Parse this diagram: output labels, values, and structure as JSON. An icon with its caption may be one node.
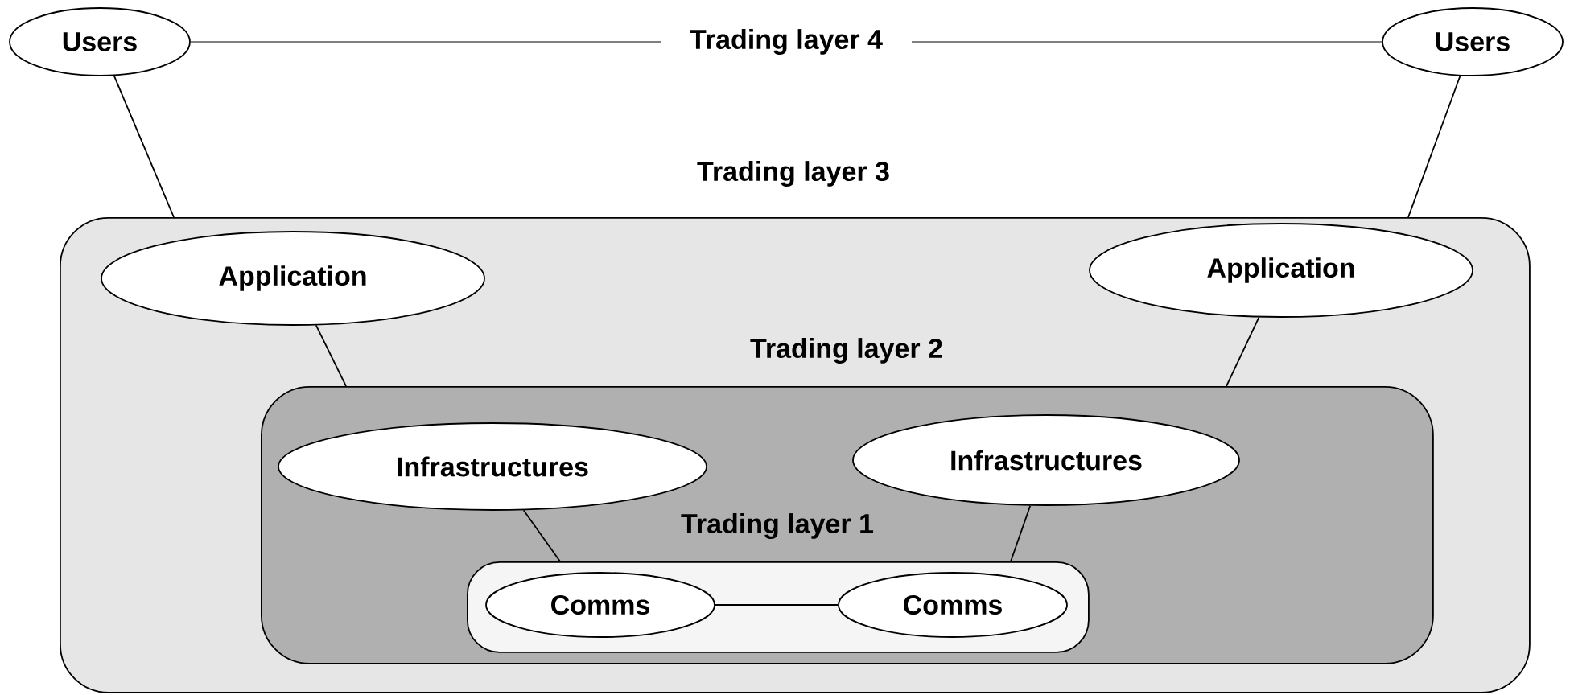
{
  "diagram": {
    "nodes": [
      {
        "text": [
          "Users"
        ]
      },
      {
        "text": [
          "Users"
        ]
      },
      {
        "text": [
          "Trading layer 3"
        ]
      },
      {
        "text": [
          "Application"
        ],
        "in": 2
      },
      {
        "text": [
          "Application"
        ],
        "in": 2
      },
      {
        "text": [
          "Trading layer 2"
        ],
        "in": 2
      },
      {
        "text": [
          "Infrastructures"
        ],
        "in": 5
      },
      {
        "text": [
          "Infrastructures"
        ],
        "in": 5
      },
      {
        "text": [
          "Trading layer 1"
        ],
        "in": 5
      },
      {
        "text": [
          "Comms"
        ],
        "in": 8
      },
      {
        "text": [
          "Comms"
        ],
        "in": 8
      }
    ],
    "edges": [
      {
        "from": 0,
        "to": 1,
        "arrow": "none",
        "label": "Trading layer 4",
        "color": "#808080"
      },
      {
        "from": 0,
        "to": 2,
        "arrow": "none"
      },
      {
        "from": 1,
        "to": 2,
        "arrow": "none"
      },
      {
        "from": 3,
        "to": 5,
        "arrow": "none"
      },
      {
        "from": 4,
        "to": 5,
        "arrow": "none"
      },
      {
        "from": 6,
        "to": 8,
        "arrow": "none"
      },
      {
        "from": 7,
        "to": 8,
        "arrow": "none"
      },
      {
        "from": 9,
        "to": 10,
        "arrow": "none"
      }
    ]
  }
}
